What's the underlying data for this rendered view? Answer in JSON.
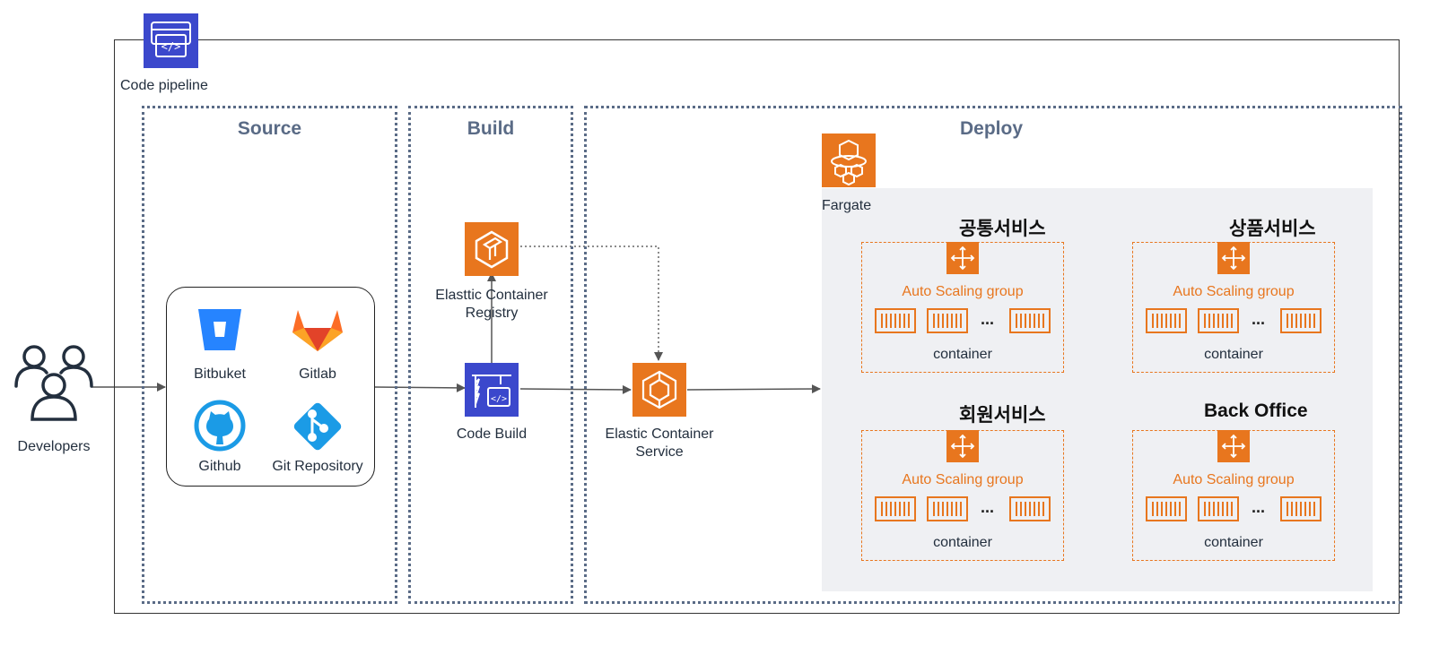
{
  "pipeline": {
    "label": "Code pipeline"
  },
  "stages": {
    "source": "Source",
    "build": "Build",
    "deploy": "Deploy"
  },
  "developers": {
    "label": "Developers"
  },
  "source_repos": [
    {
      "label": "Bitbuket",
      "icon": "bitbucket-icon"
    },
    {
      "label": "Gitlab",
      "icon": "gitlab-icon"
    },
    {
      "label": "Github",
      "icon": "github-icon"
    },
    {
      "label": "Git Repository",
      "icon": "git-icon"
    }
  ],
  "build": {
    "registry_line1": "Elasttic Container",
    "registry_line2": "Registry",
    "codebuild": "Code Build"
  },
  "ecs": {
    "line1": "Elastic Container",
    "line2": "Service"
  },
  "fargate": {
    "label": "Fargate"
  },
  "services": [
    {
      "title": "공통서비스",
      "asg_label": "Auto Scaling group",
      "container_label": "container",
      "dots": "..."
    },
    {
      "title": "상품서비스",
      "asg_label": "Auto Scaling group",
      "container_label": "container",
      "dots": "..."
    },
    {
      "title": "회원서비스",
      "asg_label": "Auto Scaling group",
      "container_label": "container",
      "dots": "..."
    },
    {
      "title": "Back Office",
      "asg_label": "Auto Scaling group",
      "container_label": "container",
      "dots": "..."
    }
  ],
  "colors": {
    "aws_orange": "#e8761e",
    "aws_blue": "#3b48cc",
    "stage_border": "#5a6b86",
    "bitbucket": "#2684ff",
    "gitlab": "#e24329",
    "github": "#1b9be6",
    "git": "#1b9be6"
  }
}
